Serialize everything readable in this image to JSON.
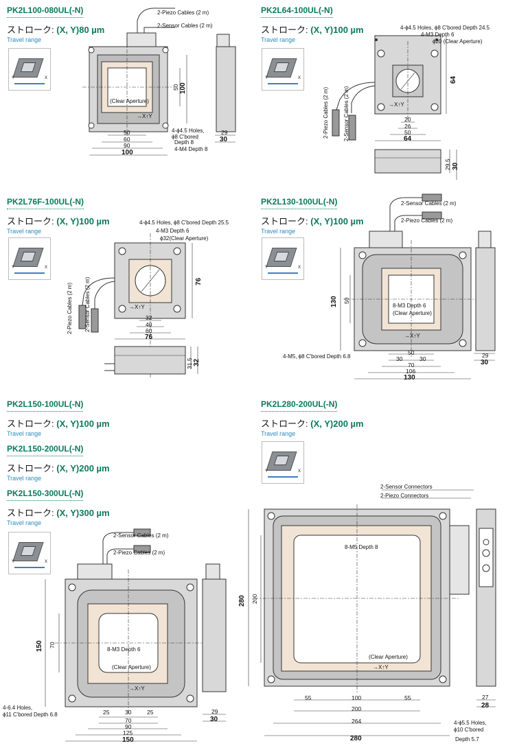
{
  "products": [
    {
      "title": "PK2L100-080UL(-N)",
      "stroke_label": "ストローク:",
      "stroke_value": "(X, Y)80 µm",
      "travel": "Travel range"
    },
    {
      "title": "PK2L64-100UL(-N)",
      "stroke_label": "ストローク:",
      "stroke_value": "(X, Y)100 µm",
      "travel": "Travel range"
    },
    {
      "title": "PK2L76F-100UL(-N)",
      "stroke_label": "ストローク:",
      "stroke_value": "(X, Y)100 µm",
      "travel": "Travel range"
    },
    {
      "title": "PK2L130-100UL(-N)",
      "stroke_label": "ストローク:",
      "stroke_value": "(X, Y)100 µm",
      "travel": "Travel range"
    },
    {
      "title": "PK2L150-100UL(-N)",
      "stroke_label": "ストローク:",
      "stroke_value": "(X, Y)100 µm",
      "travel": "Travel range"
    },
    {
      "title": "PK2L150-200UL(-N)",
      "stroke_label": "ストローク:",
      "stroke_value": "(X, Y)200 µm",
      "travel": "Travel range"
    },
    {
      "title": "PK2L150-300UL(-N)",
      "stroke_label": "ストローク:",
      "stroke_value": "(X, Y)300 µm",
      "travel": "Travel range"
    },
    {
      "title": "PK2L280-200UL(-N)",
      "stroke_label": "ストローク:",
      "stroke_value": "(X, Y)200 µm",
      "travel": "Travel range"
    }
  ],
  "axis": {
    "x": "X",
    "y": "Y",
    "xy_mark": "→X↑Y"
  },
  "d1": {
    "piezo": "2-Piezo Cables (2 m)",
    "sensor": "2-Sensor Cables (2 m)",
    "aperture": "(Clear Aperture)",
    "holes": "4-ϕ4.5 Holes,",
    "cbore": "ϕ8 C'bored",
    "depth": "Depth 8",
    "m4": "4-M4 Depth 8",
    "w50": "50",
    "w60": "60",
    "w90": "90",
    "w100": "100",
    "h50": "50",
    "h100": "100",
    "s29": "29",
    "s30": "30"
  },
  "d2": {
    "holes": "4-ϕ4.5 Holes, ϕ8 C'bored Depth 24.5",
    "m3": "4-M3 Depth 6",
    "ap": "ϕ20 (Clear Aperture)",
    "piezo": "2-Piezo Cables (2 m)",
    "sensor": "2-Sensor Cables (2 m)",
    "w20": "20",
    "w26": "26",
    "w50": "50",
    "w64": "64",
    "h64": "64",
    "s295": "29.5",
    "s30": "30"
  },
  "d3": {
    "holes": "4-ϕ4.5 Holes, ϕ8 C'bored Depth 25.5",
    "m3": "4-M3 Depth 6",
    "ap": "ϕ32(Clear Aperture)",
    "piezo": "2-Piezo Cables (2 m)",
    "sensor": "2-Sensor Cables (2 m)",
    "w32": "32",
    "w40": "40",
    "w60": "60",
    "w76": "76",
    "h76": "76",
    "s315": "31.5",
    "s32": "32"
  },
  "d4": {
    "sensor": "2-Sensor Cables (2 m)",
    "piezo": "2-Piezo Cables (2 m)",
    "m3": "8-M3 Depth 6",
    "ap": "(Clear Aperture)",
    "m5": "4-M5, ϕ8 C'bored Depth 6.8",
    "w30a": "30",
    "w30b": "30",
    "w50": "50",
    "w70": "70",
    "w106": "106",
    "w130": "130",
    "h50": "50",
    "h130": "130",
    "s29": "29",
    "s30": "30"
  },
  "d5": {
    "sensor": "2-Sensor Cables (2 m)",
    "piezo": "2-Piezo Cables (2 m)",
    "m3": "8-M3 Depth 6",
    "ap": "(Clear Aperture)",
    "holes": "4-6.4 Holes,",
    "cbore": "ϕ11 C'bored Depth 6.8",
    "w25a": "25",
    "w30": "30",
    "w25b": "25",
    "w70": "70",
    "w90": "90",
    "w125": "125",
    "w150": "150",
    "h70": "70",
    "h150": "150",
    "s29": "29",
    "s30": "30"
  },
  "d6": {
    "sconn": "2-Sensor Connectors",
    "pconn": "2-Piezo Connectors",
    "m5": "8-M5 Depth 8",
    "ap": "(Clear Aperture)",
    "holes": "4-ϕ5.5 Holes,",
    "cbore": "ϕ10 C'bored",
    "depth": "Depth 5.7",
    "w55a": "55",
    "w100": "100",
    "w55b": "55",
    "w200": "200",
    "w264": "264",
    "w280": "280",
    "h200": "200",
    "h280": "280",
    "s27": "27",
    "s28": "28"
  },
  "colors": {
    "accent": "#0a7a5a",
    "travel": "#2a8ac0",
    "aperture": "#f2e4d4",
    "body": "#d8d8d8"
  }
}
